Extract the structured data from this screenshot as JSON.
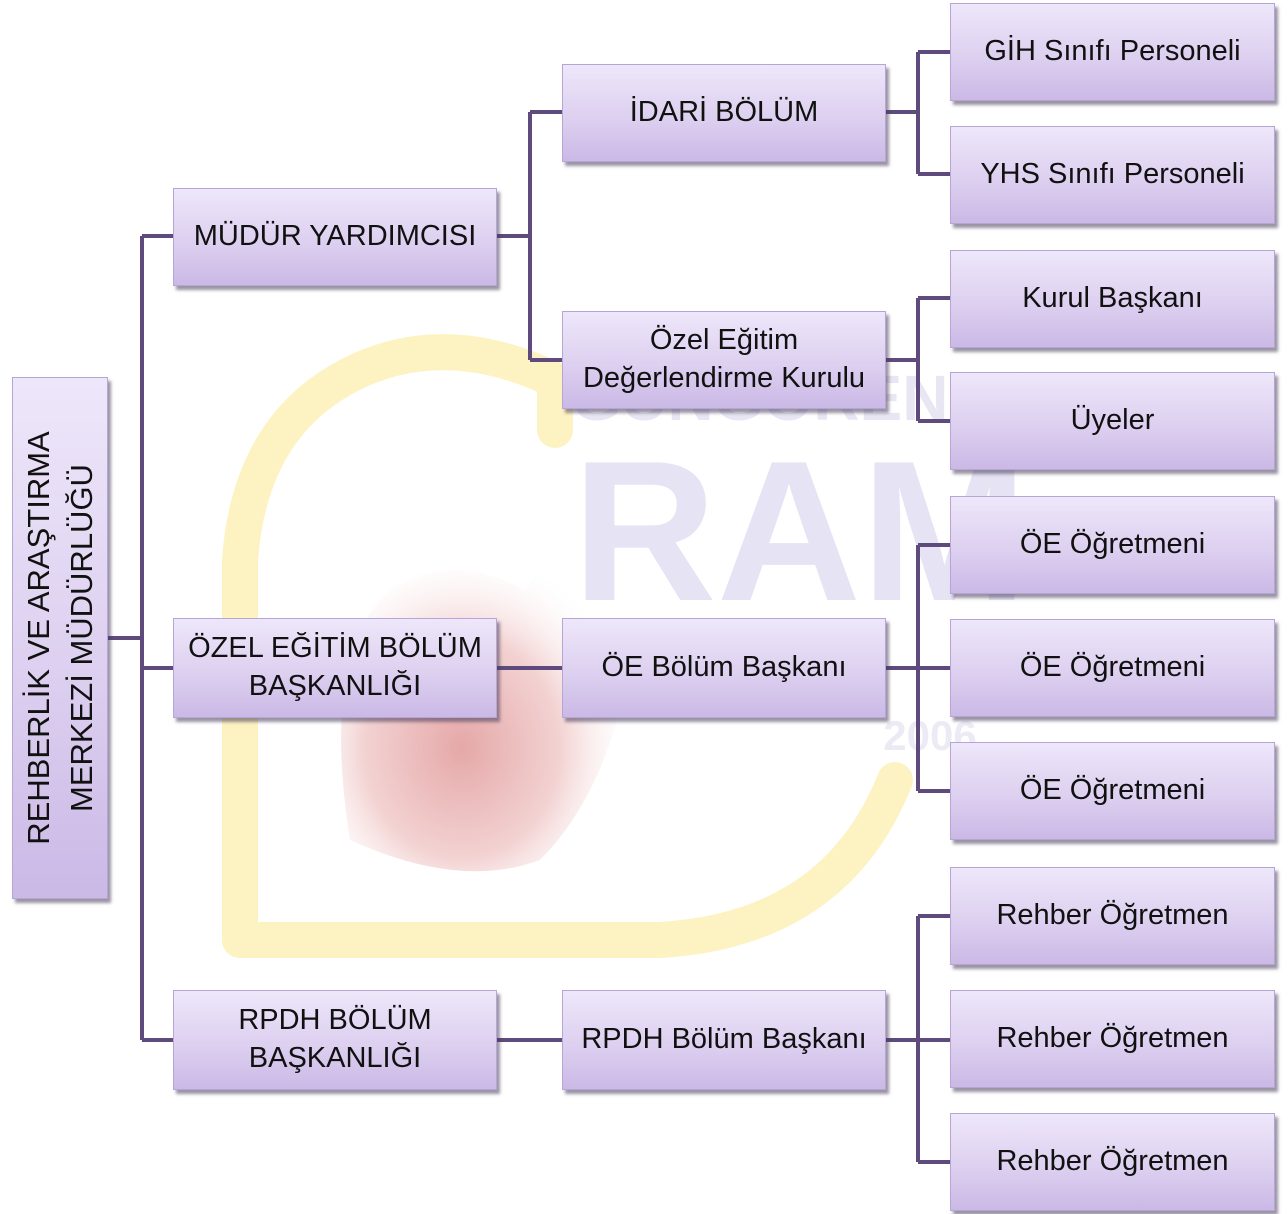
{
  "root": {
    "line1": "REHBERLİK VE ARAŞTIRMA",
    "line2": "MERKEZİ MÜDÜRLÜĞÜ"
  },
  "level1": {
    "mudur_yardimcisi": "MÜDÜR YARDIMCISI",
    "ozel_egitim_line1": "ÖZEL EĞİTİM BÖLÜM",
    "ozel_egitim_line2": "BAŞKANLIĞI",
    "rpdh_line1": "RPDH BÖLÜM",
    "rpdh_line2": "BAŞKANLIĞI"
  },
  "level2": {
    "idari_bolum": "İDARİ BÖLÜM",
    "kurul_line1": "Özel Eğitim",
    "kurul_line2": "Değerlendirme Kurulu",
    "oe_bolum_baskani": "ÖE Bölüm Başkanı",
    "rpdh_bolum_baskani": "RPDH Bölüm Başkanı"
  },
  "level3": {
    "gih": "GİH Sınıfı Personeli",
    "yhs": "YHS Sınıfı Personeli",
    "kurul_baskani": "Kurul Başkanı",
    "uyeler": "Üyeler",
    "oe_ogretmeni": [
      "ÖE Öğretmeni",
      "ÖE Öğretmeni",
      "ÖE Öğretmeni"
    ],
    "rehber_ogretmen": [
      "Rehber Öğretmen",
      "Rehber Öğretmen",
      "Rehber Öğretmen"
    ]
  },
  "watermark": {
    "top": "GÜNGÖREN",
    "main": "RAM",
    "year": "2006"
  },
  "colors": {
    "connector": "#5e4a7c",
    "box_top": "#eee7fa",
    "box_bottom": "#cbb9e6",
    "box_border": "#b7a5d6"
  }
}
